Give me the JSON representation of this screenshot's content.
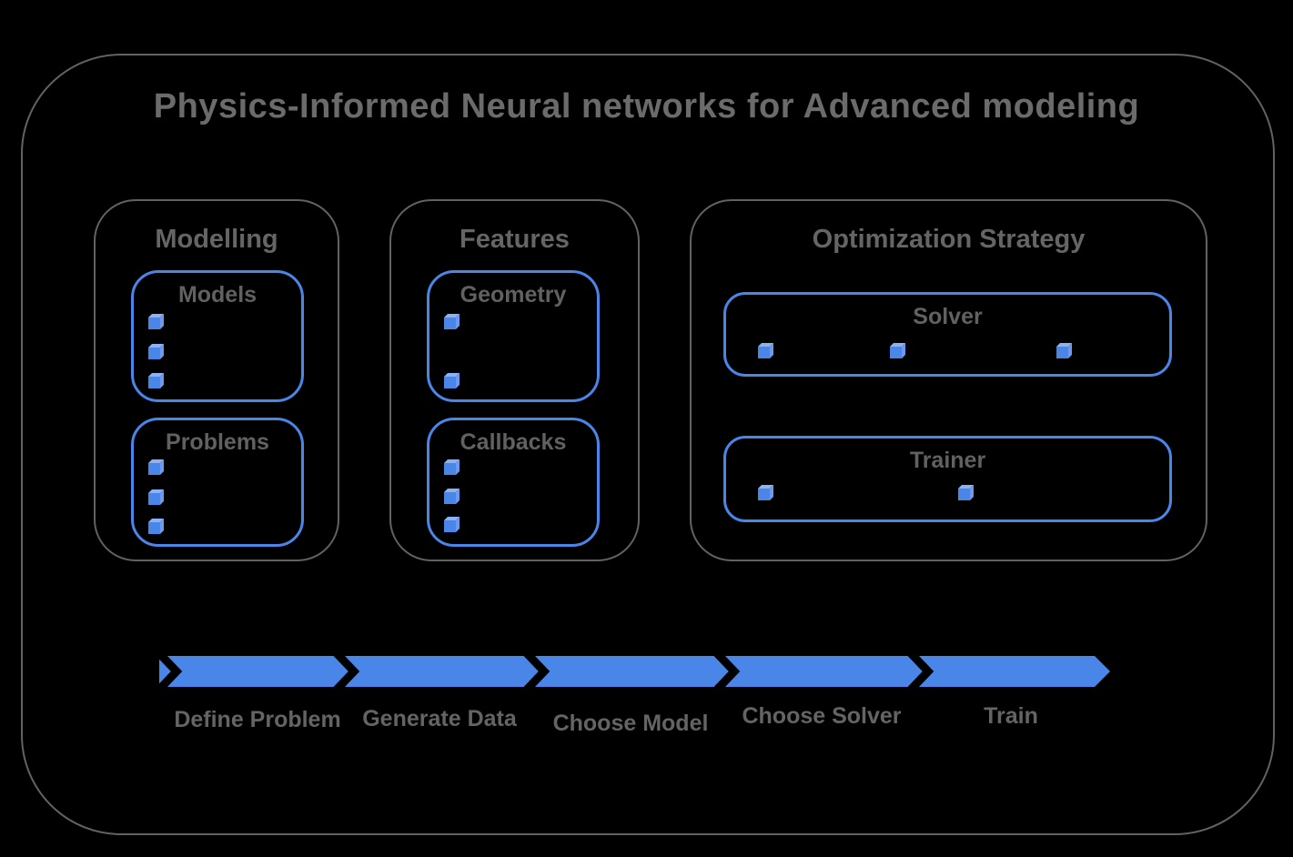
{
  "title": "Physics-Informed Neural networks for Advanced modeling",
  "colors": {
    "background": "#000000",
    "accent_blue": "#4a86e8",
    "cube_top_blue": "#8db2f3",
    "cube_side_blue": "#6d9aee",
    "frame_gray": "#626262",
    "text_gray": "#646464",
    "title_gray": "#6b6b6b"
  },
  "sections": [
    {
      "label": "Modelling",
      "cards": [
        {
          "label": "Models",
          "bullet_count": 3
        },
        {
          "label": "Problems",
          "bullet_count": 3
        }
      ]
    },
    {
      "label": "Features",
      "cards": [
        {
          "label": "Geometry",
          "bullet_count": 2
        },
        {
          "label": "Callbacks",
          "bullet_count": 3
        }
      ]
    },
    {
      "label": "Optimization Strategy",
      "cards": [
        {
          "label": "Solver",
          "bullet_count": 3
        },
        {
          "label": "Trainer",
          "bullet_count": 2
        }
      ]
    }
  ],
  "process_flow": {
    "steps": [
      {
        "label": "Define Problem"
      },
      {
        "label": "Generate Data"
      },
      {
        "label": "Choose Model"
      },
      {
        "label": "Choose Solver"
      },
      {
        "label": "Train"
      }
    ]
  }
}
